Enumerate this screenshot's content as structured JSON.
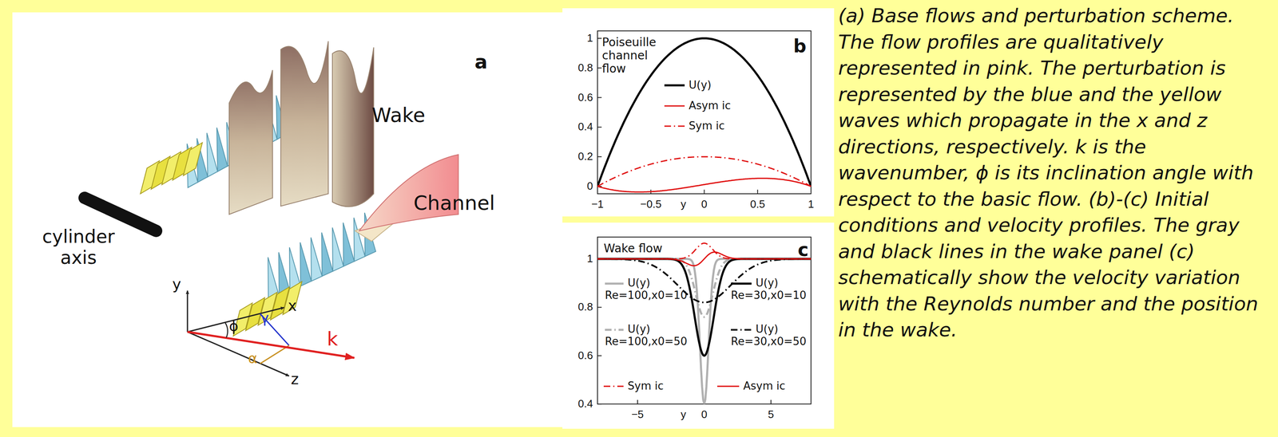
{
  "diagram": {
    "caption": "(a) Base flows and perturbation scheme. The flow profiles are qualitatively represented in pink. The perturbation is represented by the blue and the yellow waves which propagate in the x and z directions, respectively. k is the wavenumber, ϕ is its inclination angle with respect to the basic flow. (b)-(c) Initial conditions and velocity profiles. The gray and black lines in the wake panel (c) schematically show the velocity variation with the Reynolds number and the position in the wake.",
    "labels": [
      "a",
      "Wake",
      "Channel",
      "cylinder axis",
      "y",
      "x",
      "z",
      "ϕ",
      "γ",
      "α",
      "k",
      "b",
      "Poiseuille channel flow",
      "1",
      "0.8",
      "0.6",
      "0.4",
      "0.2",
      "0",
      "−1",
      "−0.5",
      "y",
      "0",
      "0.5",
      "1",
      "c",
      "Wake flow",
      "1",
      "0.8",
      "0.6",
      "0.4",
      "−5",
      "y",
      "0",
      "5"
    ],
    "legend": [
      {
        "text": "U(y)"
      },
      {
        "text": "Asym ic"
      },
      {
        "text": "Sym ic"
      },
      {
        "text": "U(y) Re=100,x0=10"
      },
      {
        "text": "U(y) Re=30,x0=10"
      },
      {
        "text": "U(y) Re=100,x0=50"
      },
      {
        "text": "U(y) Re=30,x0=50"
      },
      {
        "text": "Sym ic"
      },
      {
        "text": "Asym ic"
      }
    ]
  }
}
